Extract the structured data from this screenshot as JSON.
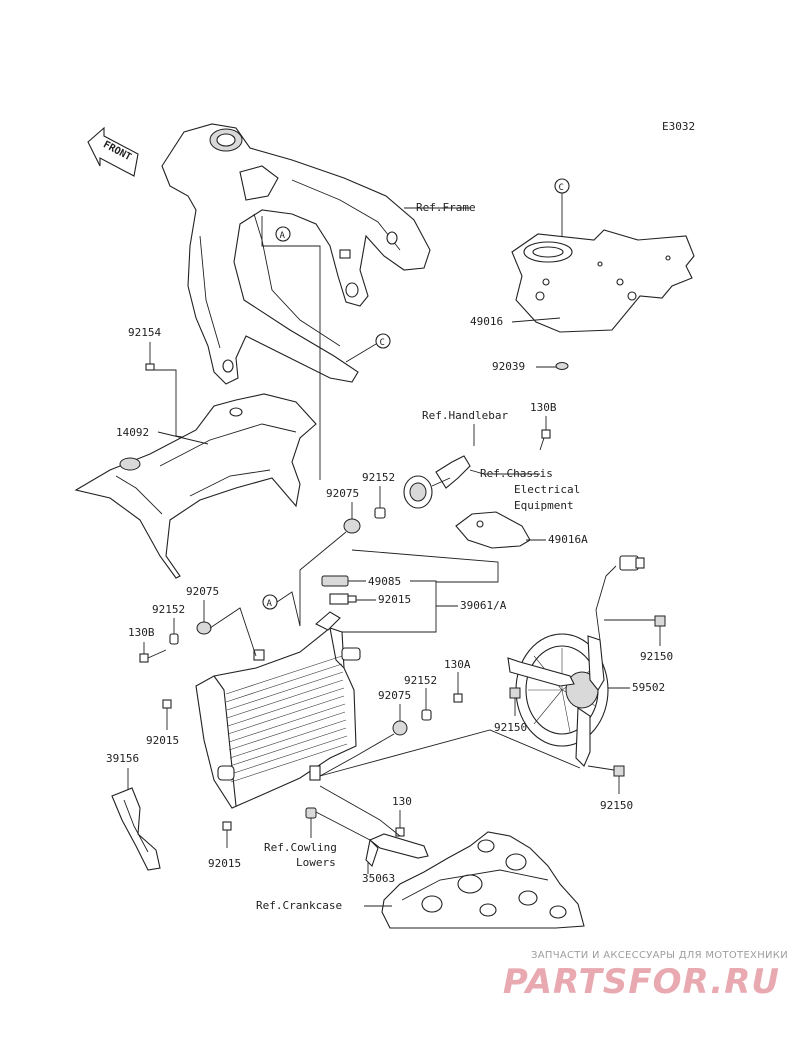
{
  "diagram_code": "E3032",
  "front_indicator": "FRONT",
  "callouts": {
    "a1": "A",
    "a2": "A",
    "c1": "C",
    "c2": "C"
  },
  "labels": {
    "ref_frame": "Ref.Frame",
    "p49016": "49016",
    "p92039": "92039",
    "p92154": "92154",
    "p14092": "14092",
    "ref_handlebar": "Ref.Handlebar",
    "p130b_top": "130B",
    "ref_chassis_1": "Ref.Chassis",
    "ref_chassis_2": "Electrical",
    "ref_chassis_3": "Equipment",
    "p92152_top": "92152",
    "p92075_top": "92075",
    "p49016a": "49016A",
    "p49085": "49085",
    "p92015_mid": "92015",
    "p39061a": "39061/A",
    "p92075_left": "92075",
    "p92152_left": "92152",
    "p130b_left": "130B",
    "p92150_a": "92150",
    "p59502": "59502",
    "p130a": "130A",
    "p92152_right": "92152",
    "p92075_right": "92075",
    "p92150_b": "92150",
    "p92015_left": "92015",
    "p39156": "39156",
    "p92150_c": "92150",
    "p130": "130",
    "ref_cowling_1": "Ref.Cowling",
    "ref_cowling_2": "Lowers",
    "p92015_bottom": "92015",
    "p35063": "35063",
    "ref_crankcase": "Ref.Crankcase"
  },
  "watermark": {
    "caption": "ЗАПЧАСТИ И АКСЕССУАРЫ ДЛЯ МОТОТЕХНИКИ",
    "logo": "PARTSFOR.RU"
  }
}
